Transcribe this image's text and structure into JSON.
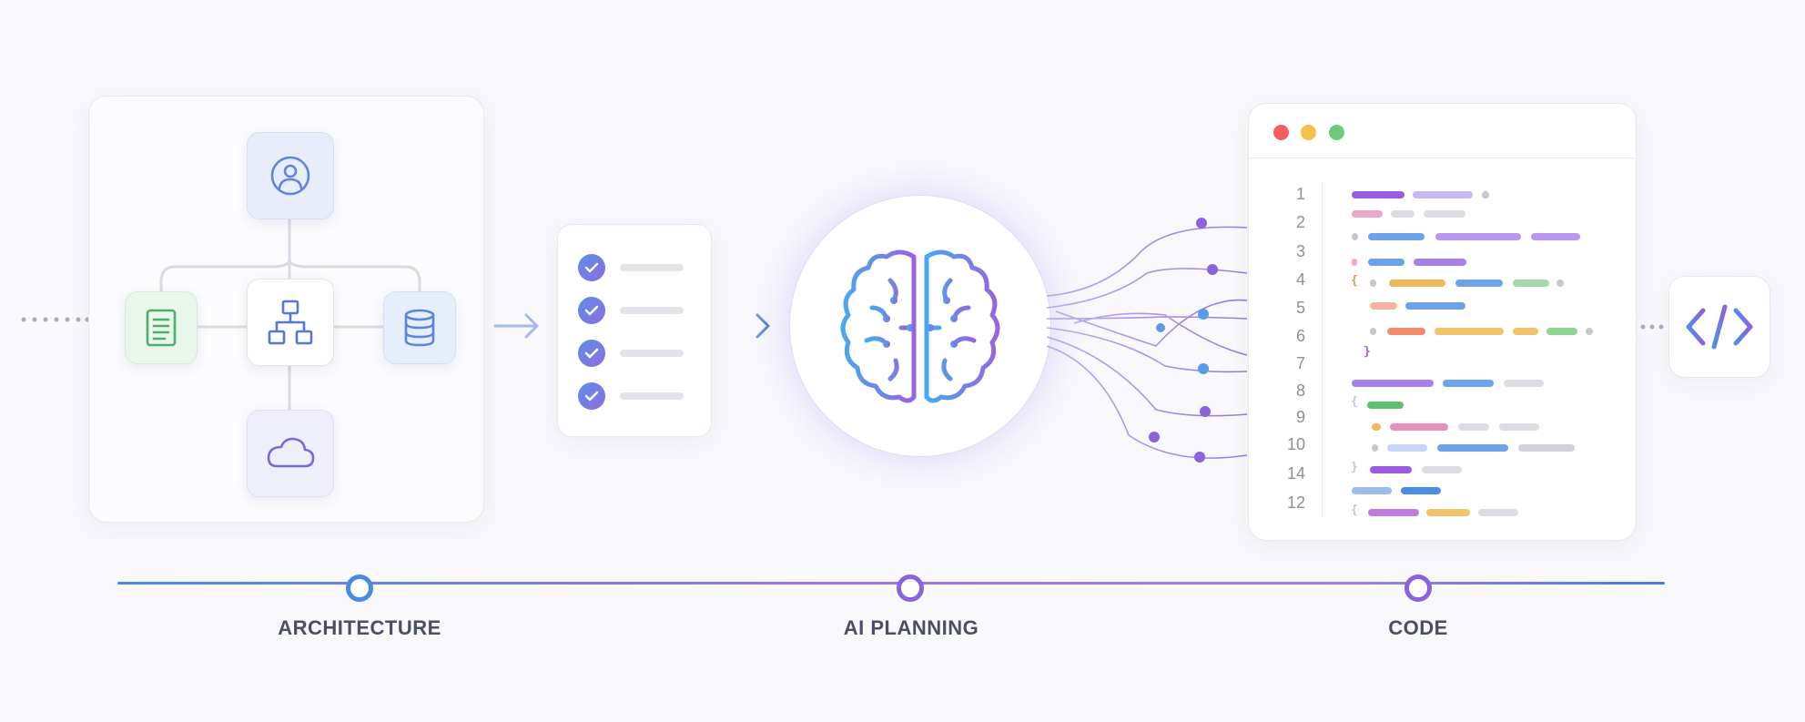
{
  "stages": {
    "architecture": {
      "label": "ARCHITECTURE",
      "color": "#4a8be0"
    },
    "ai_planning": {
      "label": "AI PLANNING",
      "color": "#8a63dd"
    },
    "code": {
      "label": "CODE",
      "color": "#8a63dd"
    }
  },
  "architecture_nodes": [
    {
      "name": "user-icon"
    },
    {
      "name": "document-icon"
    },
    {
      "name": "hierarchy-icon"
    },
    {
      "name": "database-icon"
    },
    {
      "name": "cloud-icon"
    }
  ],
  "checklist": {
    "item_count": 4
  },
  "editor": {
    "window_dots": [
      "#f25f5c",
      "#f6c04c",
      "#6cc97e"
    ],
    "line_numbers": [
      "1",
      "2",
      "3",
      "4",
      "5",
      "6",
      "7",
      "8",
      "9",
      "10",
      "14",
      "12"
    ]
  },
  "code_tag": {
    "glyph": "</>"
  }
}
